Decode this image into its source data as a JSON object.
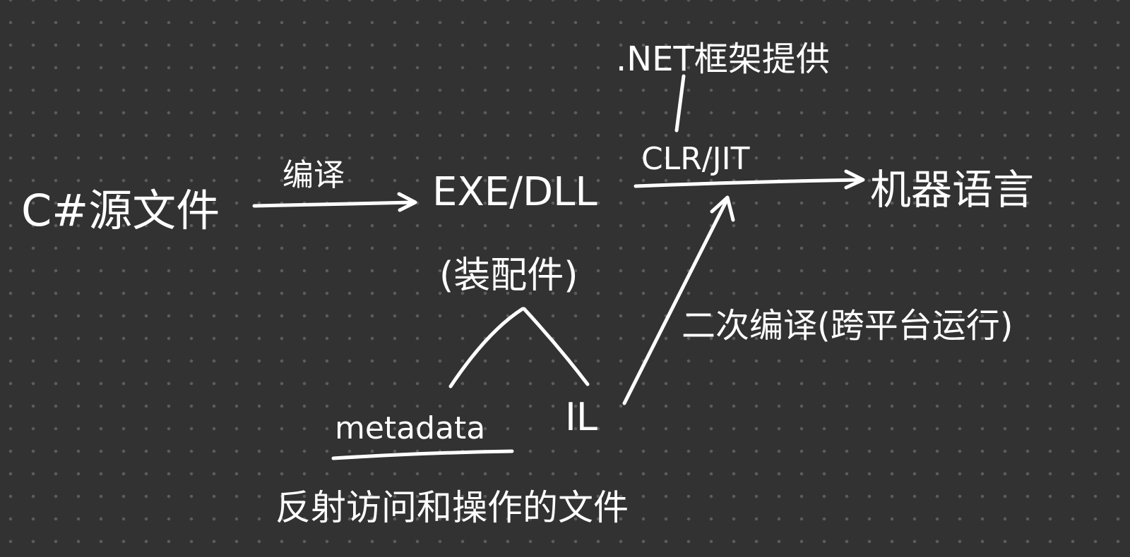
{
  "nodes": {
    "source": "C#源文件",
    "compile": "编译",
    "exe_dll": "EXE/DLL",
    "assembly": "(装配件)",
    "net_provides": ".NET框架提供",
    "clr_jit": "CLR/JIT",
    "machine_language": "机器语言",
    "second_compile": "二次编译(跨平台运行)",
    "metadata": "metadata",
    "il": "IL",
    "reflection_note": "反射访问和操作的文件"
  }
}
